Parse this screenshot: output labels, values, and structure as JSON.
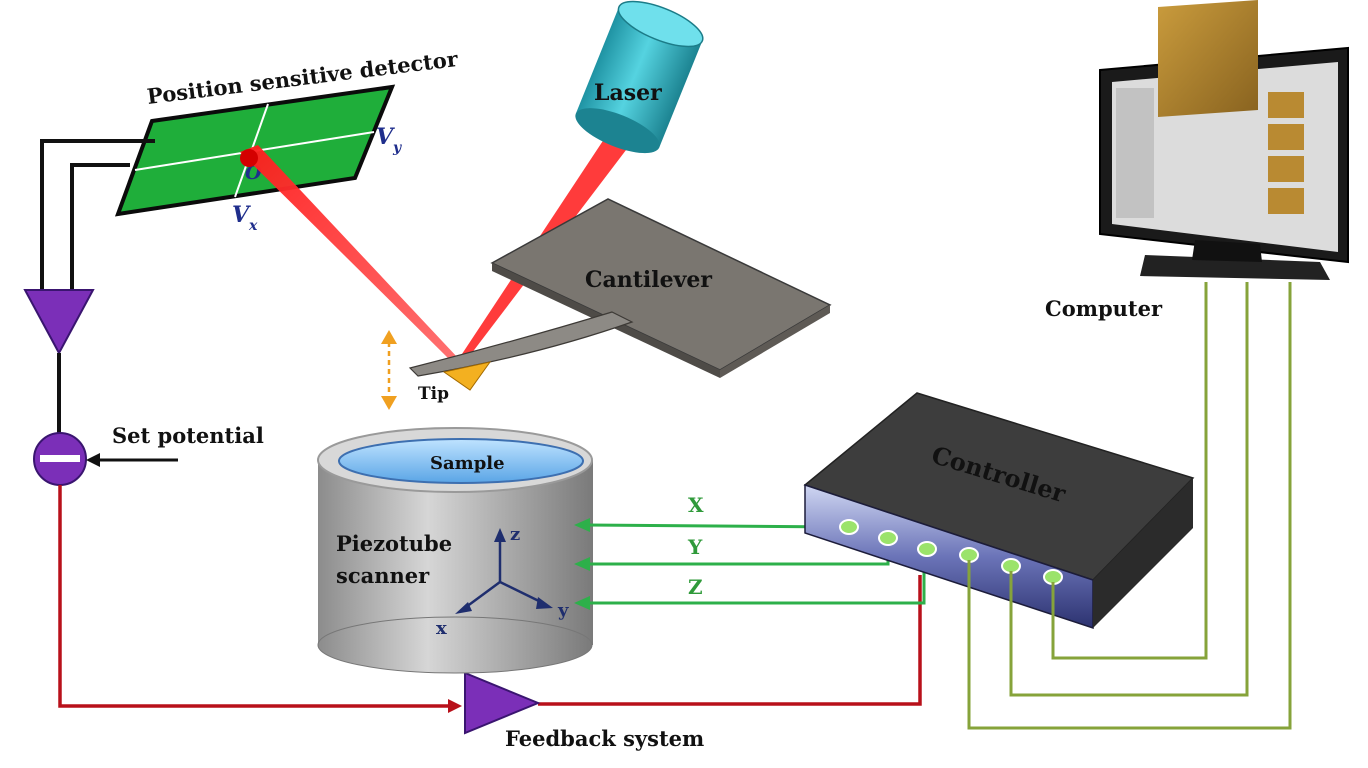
{
  "labels": {
    "detector": "Position sensitive detector",
    "vx": "V",
    "vx_sub": "x",
    "vy": "V",
    "vy_sub": "y",
    "origin": "O",
    "laser": "Laser",
    "cantilever": "Cantilever",
    "tip": "Tip",
    "set_potential": "Set potential",
    "sample": "Sample",
    "piezo_line1": "Piezotube",
    "piezo_line2": "scanner",
    "axis_z": "z",
    "axis_x": "x",
    "axis_y": "y",
    "signal_x": "X",
    "signal_y": "Y",
    "signal_z": "Z",
    "controller": "Controller",
    "computer": "Computer",
    "feedback": "Feedback system"
  },
  "colors": {
    "detector_green": "#1fae3a",
    "laser_red": "#e52222",
    "laser_body": "#35b9c8",
    "cantilever_gray": "#7a7670",
    "signal_green": "#2db04a",
    "feedback_red": "#b8101a",
    "amplifier_purple": "#7b2fb8",
    "cable_olive": "#86a33a",
    "controller_dark": "#3a3a3a",
    "tip_arrow": "#f0a020"
  }
}
